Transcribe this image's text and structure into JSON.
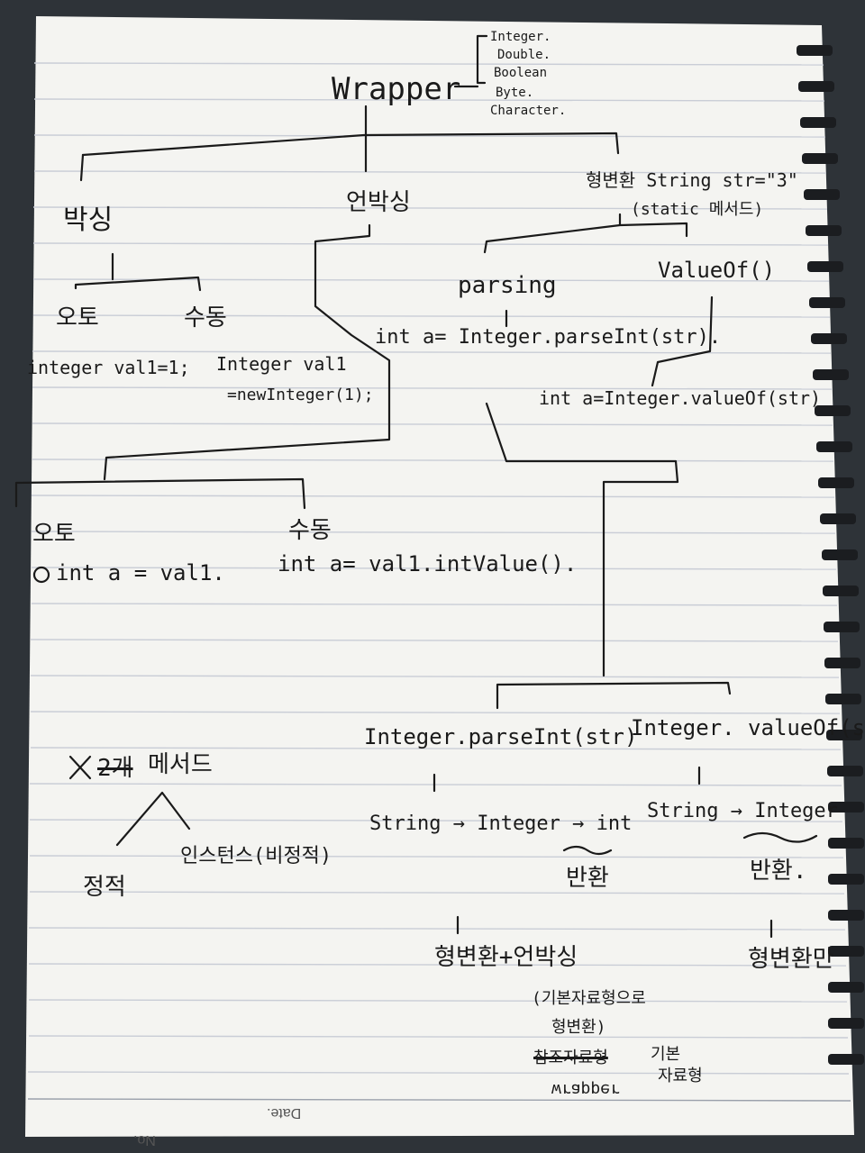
{
  "wrapper": {
    "title": "Wrapper",
    "types": [
      "Integer.",
      "Double.",
      "Boolean",
      "Byte.",
      "Character."
    ]
  },
  "boxing": {
    "label": "박싱",
    "auto": {
      "label": "오토",
      "code": "integer val1=1;"
    },
    "manual": {
      "label": "수동",
      "code_1": "Integer val1",
      "code_2": "=newInteger(1);"
    }
  },
  "unboxing": {
    "label": "언박싱",
    "auto": {
      "label": "오토",
      "code": "int a = val1."
    },
    "manual": {
      "label": "수동",
      "code": "int a= val1.intValue()."
    }
  },
  "conversion": {
    "label": "형변환 String str=\"3\"",
    "note": "(static 메서드)",
    "parsing": {
      "label": "parsing",
      "code": "int a= Integer.parseInt(str)."
    },
    "valueof": {
      "label": "ValueOf()",
      "code": "int a=Integer.valueOf(str)"
    }
  },
  "comparison": {
    "left": {
      "method": "Integer.parseInt(str)",
      "flow": "String → Integer → int",
      "return_label": "반환",
      "result": "형변환+언박싱",
      "note_1": "(기본자료형으로",
      "note_2": "형변환)",
      "note_3_struck": "참조자료형",
      "note_3": "기본",
      "note_4_left": "wrapper",
      "note_4_right": "자료형"
    },
    "right": {
      "method": "Integer. valueOf(str)",
      "flow": "String → Integer",
      "return_label": "반환.",
      "result": "형변환만"
    }
  },
  "methods": {
    "title": "메서드",
    "struck": "2개",
    "static_label": "정적",
    "instance_label": "인스턴스(비정적)"
  },
  "footer": {
    "date_label": "Date.",
    "no_label": "No."
  }
}
